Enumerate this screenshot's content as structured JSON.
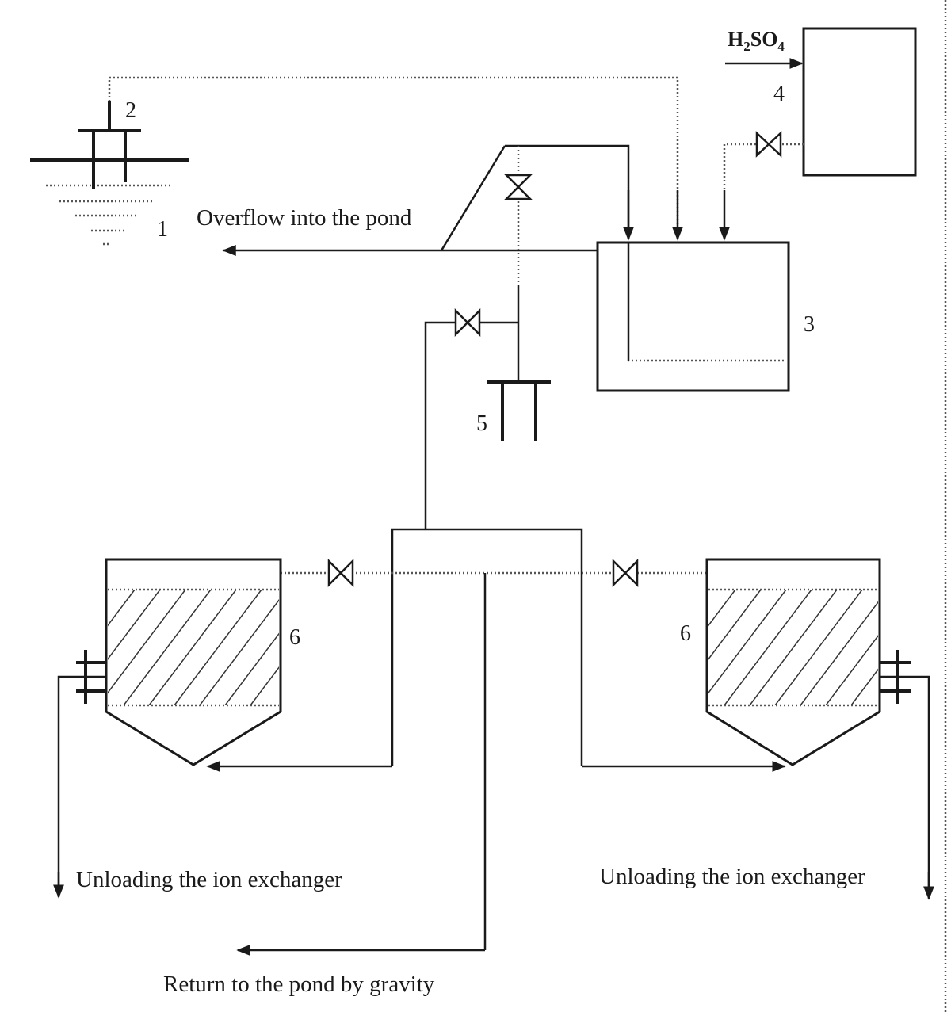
{
  "labels": {
    "n1": "1",
    "n2": "2",
    "n3": "3",
    "n4": "4",
    "n5": "5",
    "n6_left": "6",
    "n6_right": "6",
    "h2so4_main": "H",
    "h2so4_sub1": "2",
    "h2so4_mid": "SO",
    "h2so4_sub2": "4",
    "overflow": "Overflow into the pond",
    "unloading_left": "Unloading the ion exchanger",
    "unloading_right": "Unloading the ion exchanger",
    "return": "Return to the pond by gravity"
  }
}
